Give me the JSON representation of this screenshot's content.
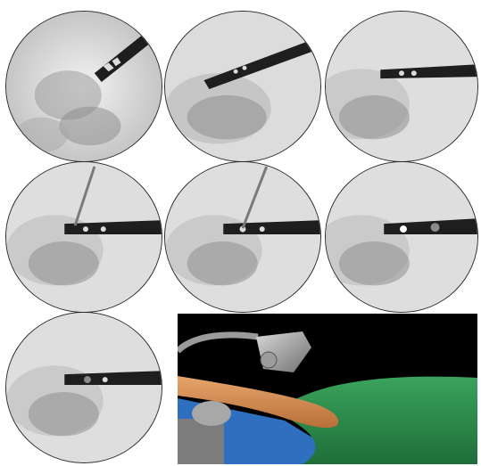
{
  "figure": {
    "panels": [
      {
        "id": "step-1",
        "view": "fluoroscopy"
      },
      {
        "id": "step-2",
        "view": "fluoroscopy"
      },
      {
        "id": "step-3",
        "view": "fluoroscopy"
      },
      {
        "id": "step-4",
        "view": "fluoroscopy"
      },
      {
        "id": "step-5",
        "view": "fluoroscopy"
      },
      {
        "id": "step-6",
        "view": "fluoroscopy"
      },
      {
        "id": "step-7",
        "view": "fluoroscopy"
      },
      {
        "id": "step-8",
        "view": "3d-setup-render"
      }
    ],
    "colors": {
      "bone_shadow": "#8a8a8a",
      "implant": "#1e1e1e",
      "scene_background": "#000000",
      "patient_drape": "#2f8f4e",
      "limb": "#d9925a",
      "table": "#2f6fbf",
      "c_arm": "#9a9a9a"
    }
  }
}
